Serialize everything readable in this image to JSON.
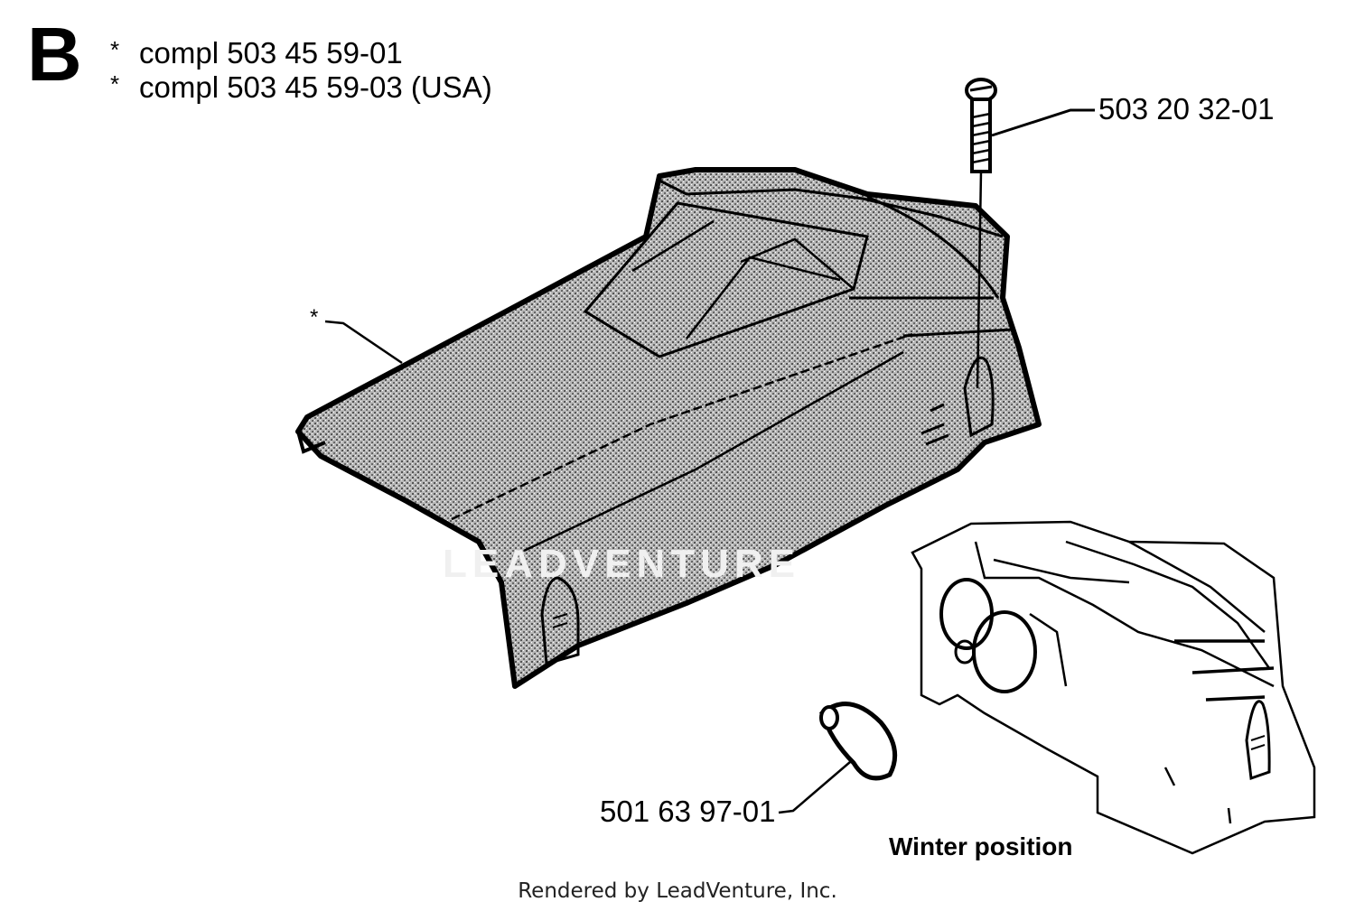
{
  "section": {
    "letter": "B"
  },
  "kits": [
    {
      "marker": "*",
      "text": "compl 503 45 59-01"
    },
    {
      "marker": "*",
      "text": "compl 503 45 59-03 (USA)"
    }
  ],
  "callouts": {
    "cover_marker": "*",
    "screw": "503 20 32-01",
    "plate": "501 63 97-01"
  },
  "winter_label": "Winter position",
  "footer": "Rendered by LeadVenture, Inc.",
  "watermark": "LEADVENTURE",
  "colors": {
    "ink": "#000000",
    "fill_pattern": "#9a9a9a",
    "background": "#ffffff"
  }
}
